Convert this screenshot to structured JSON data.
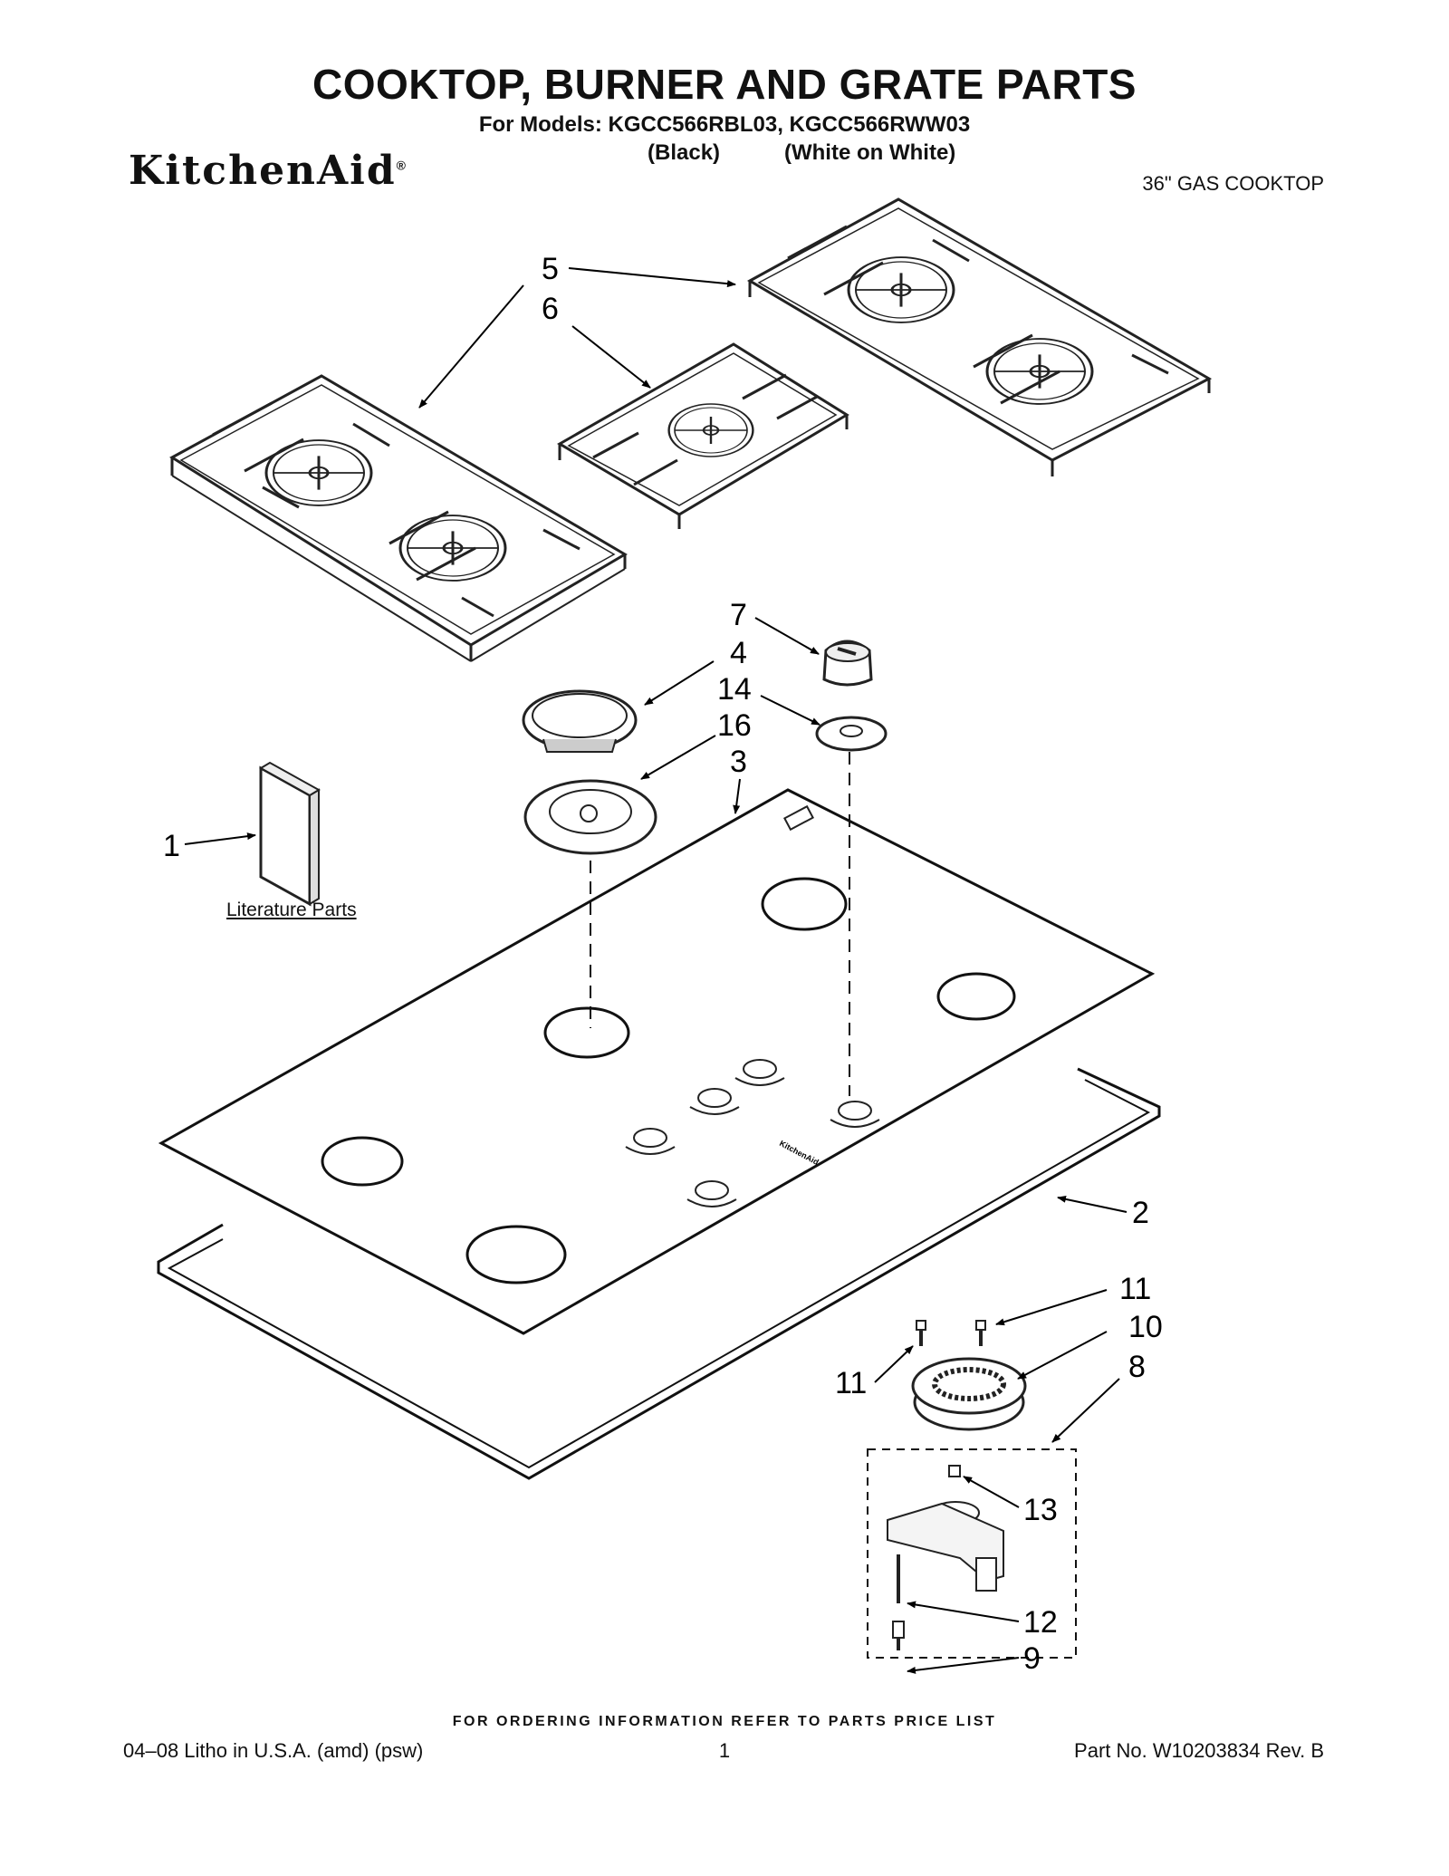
{
  "header": {
    "title": "COOKTOP, BURNER AND GRATE PARTS",
    "models": "For Models: KGCC566RBL03, KGCC566RWW03",
    "variant_black": "(Black)",
    "variant_white": "(White on White)",
    "brand": "KitchenAid",
    "brand_mark": "®",
    "product_type": "36\" GAS COOKTOP"
  },
  "diagram": {
    "literature_label": "Literature Parts",
    "panel_logo": "KitchenAid",
    "callouts": [
      "1",
      "2",
      "3",
      "4",
      "5",
      "6",
      "7",
      "8",
      "9",
      "10",
      "11",
      "11",
      "12",
      "13",
      "14",
      "16"
    ]
  },
  "footer": {
    "ordering_note": "FOR ORDERING INFORMATION REFER TO PARTS PRICE LIST",
    "litho": "04–08 Litho in U.S.A. (amd) (psw)",
    "page_number": "1",
    "part_number": "Part No. W10203834 Rev. B"
  }
}
